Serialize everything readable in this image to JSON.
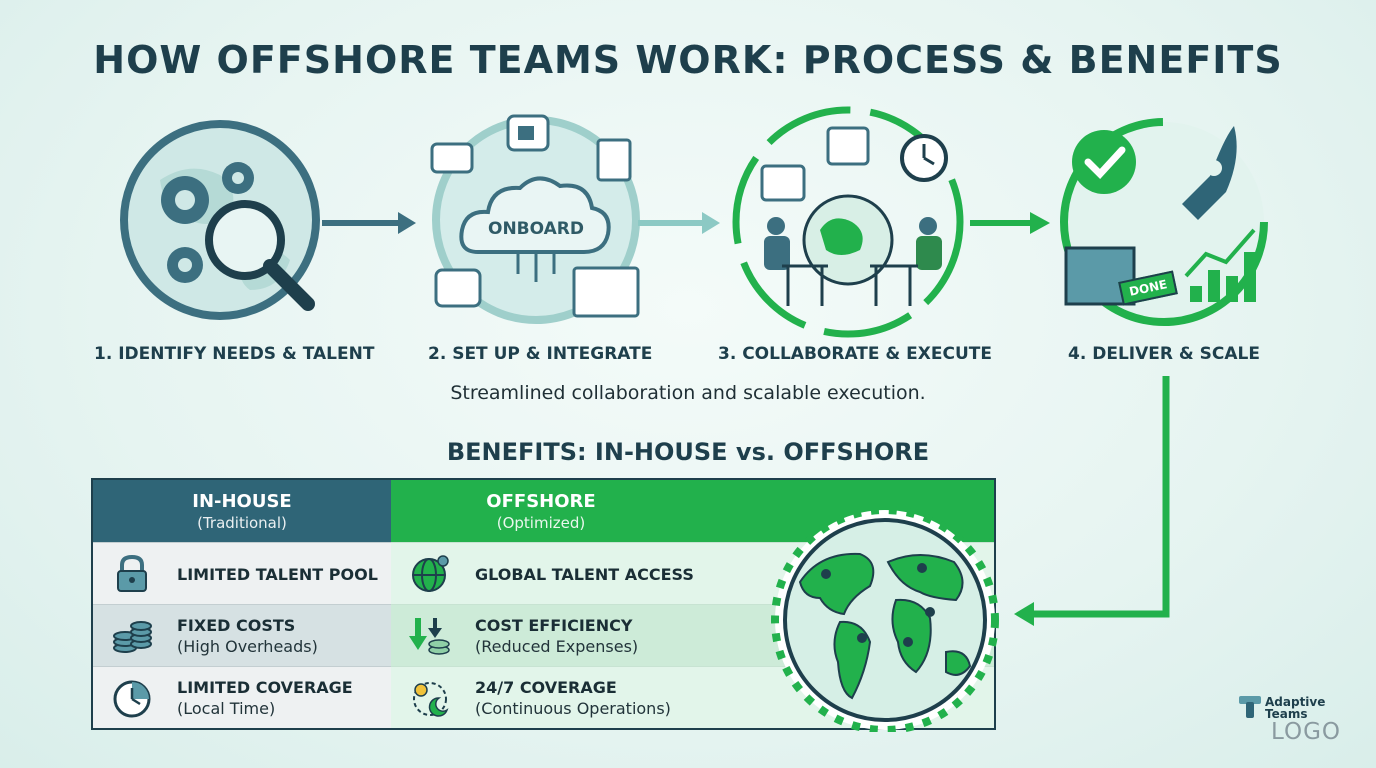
{
  "title": "HOW OFFSHORE TEAMS WORK: PROCESS & BENEFITS",
  "steps": [
    {
      "label": "1. IDENTIFY NEEDS & TALENT"
    },
    {
      "label": "2. SET UP & INTEGRATE",
      "badge": "ONBOARD"
    },
    {
      "label": "3. COLLABORATE & EXECUTE"
    },
    {
      "label": "4. DELIVER & SCALE",
      "badge": "DONE"
    }
  ],
  "tagline": "Streamlined collaboration and scalable execution.",
  "benefits": {
    "title": "BENEFITS: IN-HOUSE vs. OFFSHORE",
    "inhouse": {
      "heading": "IN-HOUSE",
      "sub": "(Traditional)"
    },
    "offshore": {
      "heading": "OFFSHORE",
      "sub": "(Optimized)"
    },
    "rows": [
      {
        "in_icon": "lock-icon",
        "in_title": "LIMITED TALENT POOL",
        "in_sub": "",
        "off_icon": "globe-pin-icon",
        "off_title": "GLOBAL TALENT ACCESS",
        "off_sub": ""
      },
      {
        "in_icon": "coins-icon",
        "in_title": "FIXED COSTS",
        "in_sub": "(High Overheads)",
        "off_icon": "arrows-down-coins-icon",
        "off_title": "COST EFFICIENCY",
        "off_sub": "(Reduced Expenses)"
      },
      {
        "in_icon": "clock-icon",
        "in_title": "LIMITED COVERAGE",
        "in_sub": "(Local Time)",
        "off_icon": "sun-moon-icon",
        "off_title": "24/7 COVERAGE",
        "off_sub": "(Continuous Operations)"
      }
    ]
  },
  "logo": {
    "line1": "Adaptive",
    "line2": "Teams",
    "line3": "LOGO"
  },
  "colors": {
    "navy": "#2f6577",
    "green": "#22b14c",
    "dark": "#1e3f4c",
    "teal": "#5b9aa8"
  }
}
